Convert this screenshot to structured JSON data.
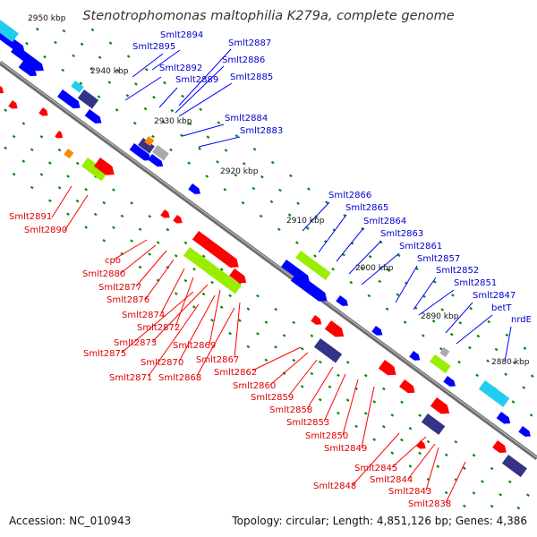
{
  "title": "Stenotrophomonas maltophilia K279a, complete genome",
  "footer": {
    "accession": "Accession: NC_010943",
    "summary": "Topology: circular; Length: 4,851,126 bp; Genes: 4,386"
  },
  "kbp_labels": [
    "2950 kbp",
    "2940 kbp",
    "2930 kbp",
    "2920 kbp",
    "2910 kbp",
    "2900 kbp",
    "2890 kbp",
    "2880 kbp"
  ],
  "forward_gene_labels": [
    "Smlt2894",
    "Smlt2895",
    "Smlt2892",
    "Smlt2889",
    "Smlt2887",
    "Smlt2886",
    "Smlt2885",
    "Smlt2884",
    "Smlt2883",
    "Smlt2866",
    "Smlt2865",
    "Smlt2864",
    "Smlt2863",
    "Smlt2861",
    "Smlt2857",
    "Smlt2852",
    "Smlt2851",
    "Smlt2847",
    "betT",
    "nrdE"
  ],
  "reverse_gene_labels": [
    "Smlt2891",
    "Smlt2890",
    "cpo",
    "Smlt2880",
    "Smlt2877",
    "Smlt2876",
    "Smlt2874",
    "Smlt2872",
    "Smlt2873",
    "Smlt2869",
    "Smlt2875",
    "Smlt2870",
    "Smlt2867",
    "Smlt2871",
    "Smlt2868",
    "Smlt2862",
    "Smlt2860",
    "Smlt2859",
    "Smlt2858",
    "Smlt2853",
    "Smlt2850",
    "Smlt2849",
    "Smlt2845",
    "Smlt2844",
    "Smlt2848",
    "Smlt2843",
    "Smlt2838"
  ],
  "colors": {
    "forward_cds": "#0000ff",
    "reverse_cds": "#ff0000",
    "forward_label": "#0000cc",
    "reverse_label": "#dd0000",
    "backbone": "#707070",
    "tick_marks": "#008800",
    "feature_cyan": "#22ccee",
    "feature_green": "#99ee00",
    "feature_navy": "#333388",
    "feature_gray": "#aaaaaa",
    "feature_orange": "#ff8800"
  }
}
